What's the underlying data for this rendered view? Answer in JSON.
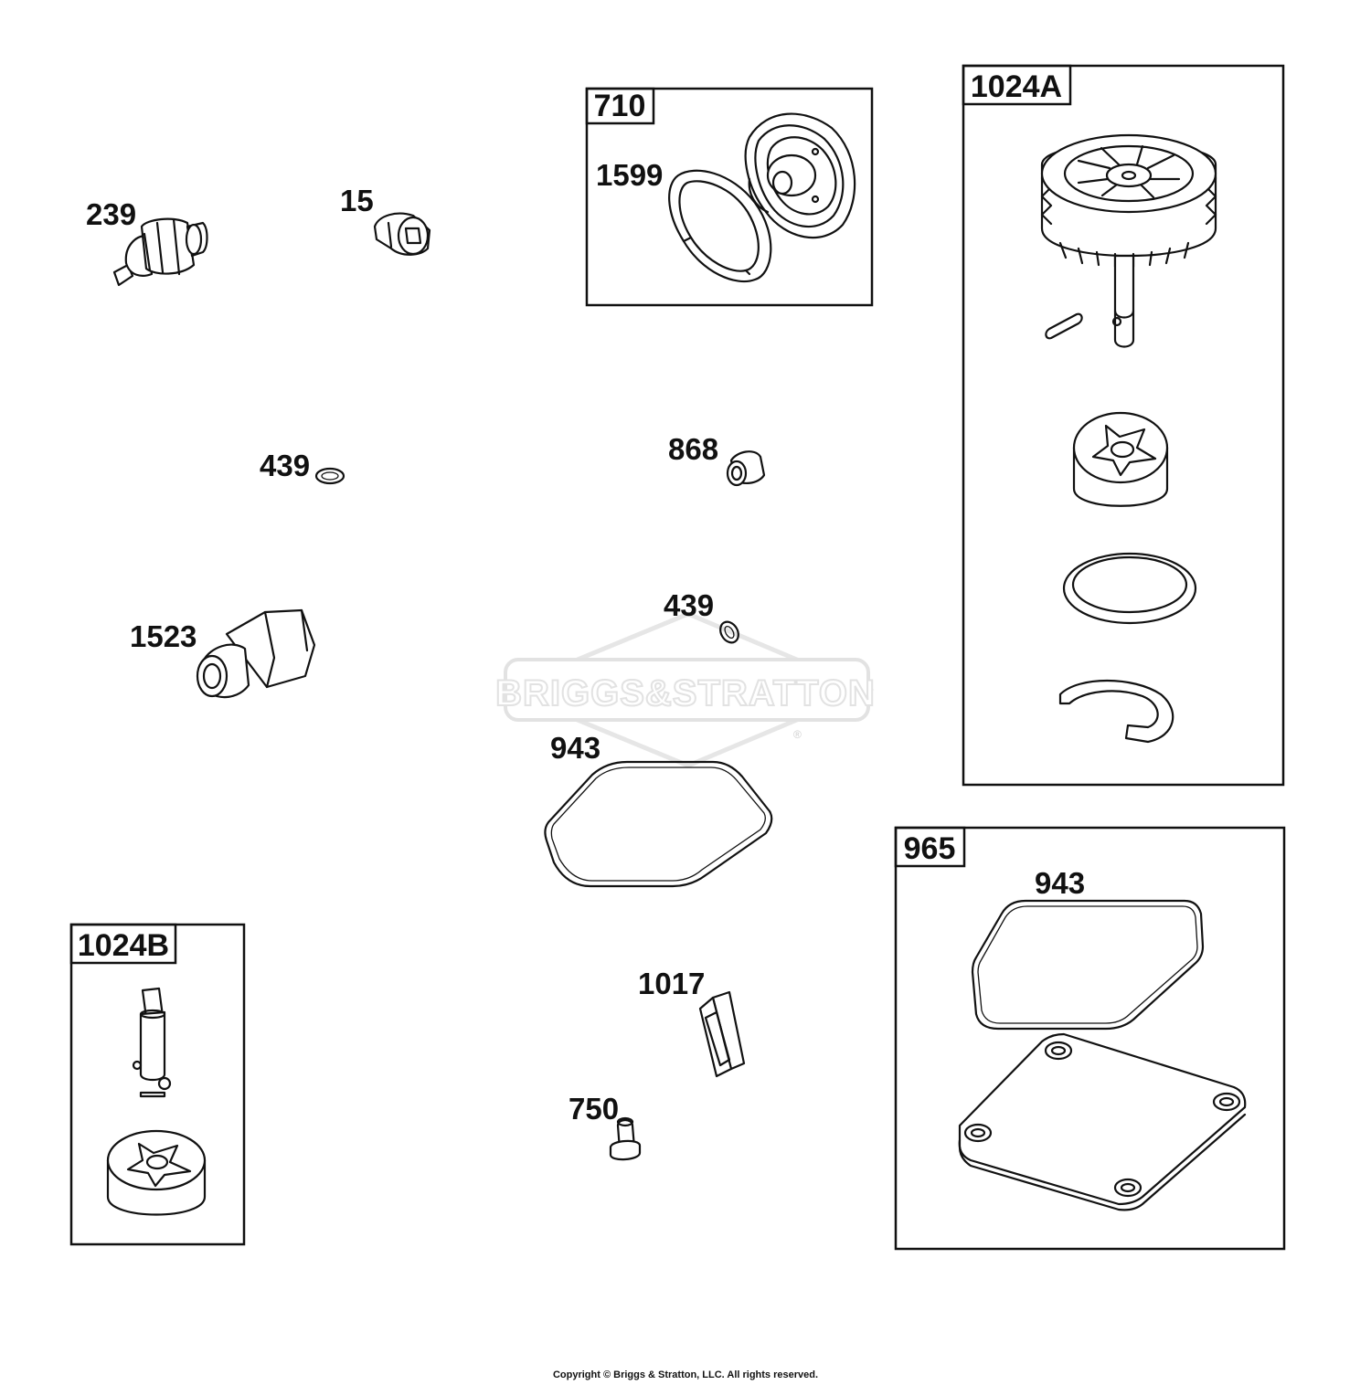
{
  "watermark": {
    "text": "BRIGGS&STRATTON",
    "mark": "®"
  },
  "kits": {
    "k710": "710",
    "k1024a": "1024A",
    "k1024b": "1024B",
    "k965": "965"
  },
  "parts": {
    "p239": "239",
    "p15": "15",
    "p1599": "1599",
    "p439a": "439",
    "p868": "868",
    "p439b": "439",
    "p1523": "1523",
    "p943a": "943",
    "p943b": "943",
    "p1017": "1017",
    "p750": "750"
  },
  "footer": {
    "copyright": "Copyright © Briggs & Stratton, LLC. All rights reserved."
  }
}
